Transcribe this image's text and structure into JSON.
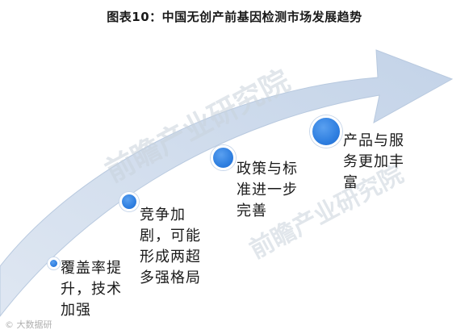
{
  "title": "图表10：中国无创产前基因检测市场发展趋势",
  "watermark": "前瞻产业研究院",
  "source_mark": "© 大数据研",
  "stages": [
    {
      "text": "覆盖率提升，技术加强",
      "lines": [
        "覆盖率提",
        "升，技术",
        "加强"
      ]
    },
    {
      "text": "竞争加剧，可能形成两超多强格局",
      "lines": [
        "竞争加",
        "剧，可能",
        "形成两超",
        "多强格局"
      ]
    },
    {
      "text": "政策与标准进一步完善",
      "lines": [
        "政策与标",
        "准进一步",
        "完善"
      ]
    },
    {
      "text": "产品与服务更加丰富",
      "lines": [
        "产品与服",
        "务更加丰",
        "富"
      ]
    }
  ],
  "colors": {
    "arrow": "#c9d7ea",
    "arrow_edge": "#b3c6e0",
    "dot": "#2f7fe0"
  }
}
